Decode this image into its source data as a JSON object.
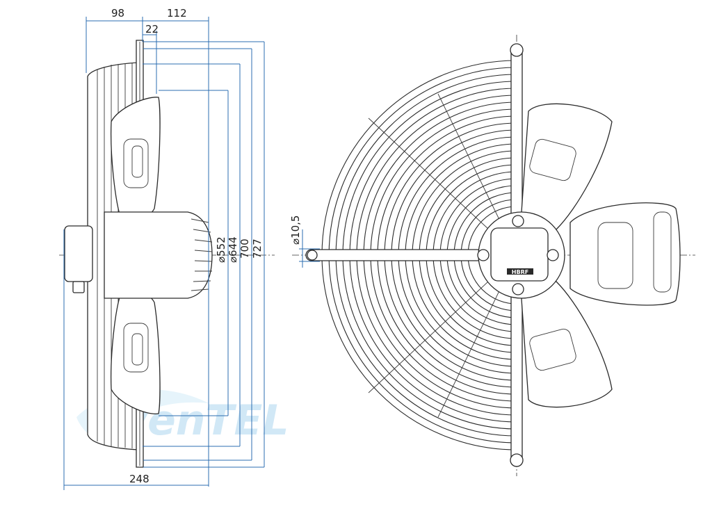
{
  "colors": {
    "dimension_line": "#2b6cb0",
    "outline": "#2a2a2a",
    "watermark": "#b9dcf2",
    "background": "#ffffff"
  },
  "side_view": {
    "dimensions": {
      "depth_front": "98",
      "depth_rear": "112",
      "flange_offset": "22",
      "diameter_552": "⌀552",
      "diameter_644": "⌀644",
      "height_700": "700",
      "height_727": "727",
      "overall_depth": "248"
    }
  },
  "front_view": {
    "dimensions": {
      "hole_diameter": "⌀10,5"
    },
    "motor_label": "HBRF"
  },
  "watermark": {
    "text": "VenTEL"
  }
}
